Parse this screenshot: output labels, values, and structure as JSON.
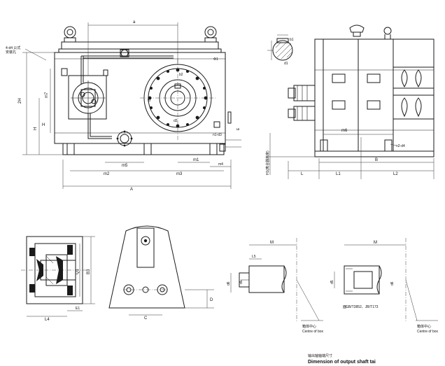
{
  "labels": {
    "a": "a",
    "A": "A",
    "H": "H",
    "H1": "H",
    "h2": "2H",
    "m7": "m7",
    "m1": "m1",
    "m2": "m2",
    "m3": "m3",
    "m4": "m4",
    "m5": "m5",
    "b2": "b2",
    "d2": "d2",
    "n1d3": "n1-d3",
    "phi1": "Φ1",
    "l3": "l3",
    "E": "E",
    "bolt_note_cn": "4-d4 公式\n安装孔",
    "bolt_note_cn_1": "4-d4 公式",
    "bolt_note_cn_2": "安装孔",
    "b1": "b1",
    "d1": "d1",
    "m6": "m6",
    "B": "B",
    "L": "L",
    "L1": "L1",
    "L2": "L2",
    "n2d4": "n2-d4",
    "h1": "H1(离合器高度)",
    "C": "C",
    "D": "D",
    "L4": "L4",
    "E1": "E1",
    "E2": "E2",
    "B3": "B3",
    "Q1": "Q1",
    "M_left": "M",
    "M_right": "M",
    "L5": "L5",
    "d6": "d6",
    "d5": "d5",
    "d5b": "d5",
    "d6b": "d6",
    "std_note": "GB/T3852、JB/T173",
    "std_note_cn": "面",
    "centre_cn_1": "箱体中心",
    "centre_en_1": "Centre of box",
    "centre_cn_2": "箱体中心",
    "centre_en_2": "Centre of box",
    "caption_cn": "输出轴轴端尺寸",
    "caption_en": "Dimension of output shaft tai"
  }
}
